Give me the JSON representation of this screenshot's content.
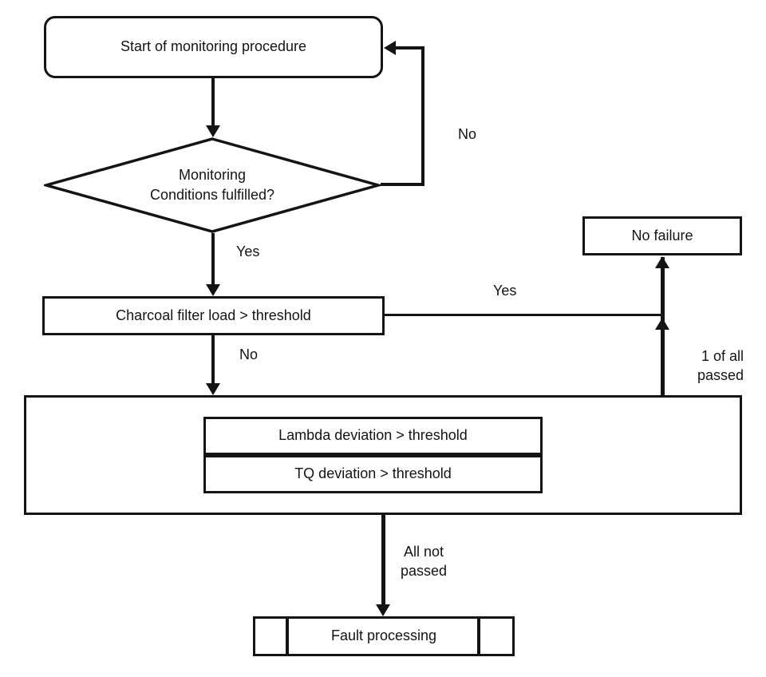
{
  "diagram": {
    "title": "OBD charcoal filter monitoring flowchart",
    "colors": {
      "line": "#141414",
      "background": "#ffffff"
    },
    "nodes": {
      "start": {
        "label": "Start of monitoring procedure",
        "shape": "rounded-rect"
      },
      "decision": {
        "label": "Monitoring\nConditions fulfilled?",
        "shape": "diamond"
      },
      "charcoal": {
        "label": "Charcoal filter load > threshold",
        "shape": "rect"
      },
      "no_failure": {
        "label": "No failure",
        "shape": "rect"
      },
      "checks_group": {
        "label": "",
        "shape": "container-rect"
      },
      "lambda": {
        "label": "Lambda deviation > threshold",
        "shape": "rect"
      },
      "tq": {
        "label": "TQ deviation > threshold",
        "shape": "rect"
      },
      "fault": {
        "label": "Fault processing",
        "shape": "predefined-process"
      }
    },
    "edge_labels": {
      "loop_no": "No",
      "decision_yes": "Yes",
      "charcoal_no": "No",
      "charcoal_yes": "Yes",
      "one_of_all_passed": "1 of all\npassed",
      "all_not_passed": "All not\npassed"
    }
  }
}
